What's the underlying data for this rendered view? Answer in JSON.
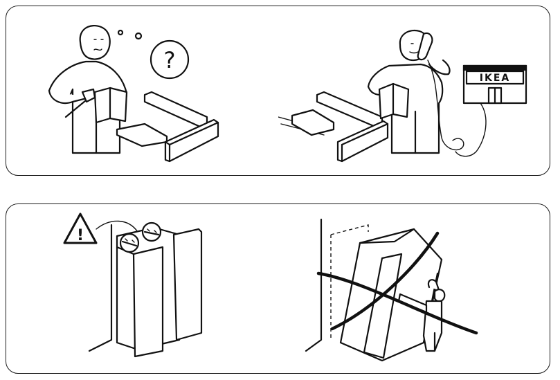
{
  "instruction_sheet": {
    "panels": [
      {
        "scenes": [
          "confused-assembler",
          "calling-store"
        ]
      },
      {
        "scenes": [
          "wall-anchor-warning",
          "cabinet-tipping-crossed-out"
        ]
      }
    ],
    "store_sign": {
      "text": "IKEA"
    },
    "question_mark": "?",
    "warning_mark": "!"
  }
}
